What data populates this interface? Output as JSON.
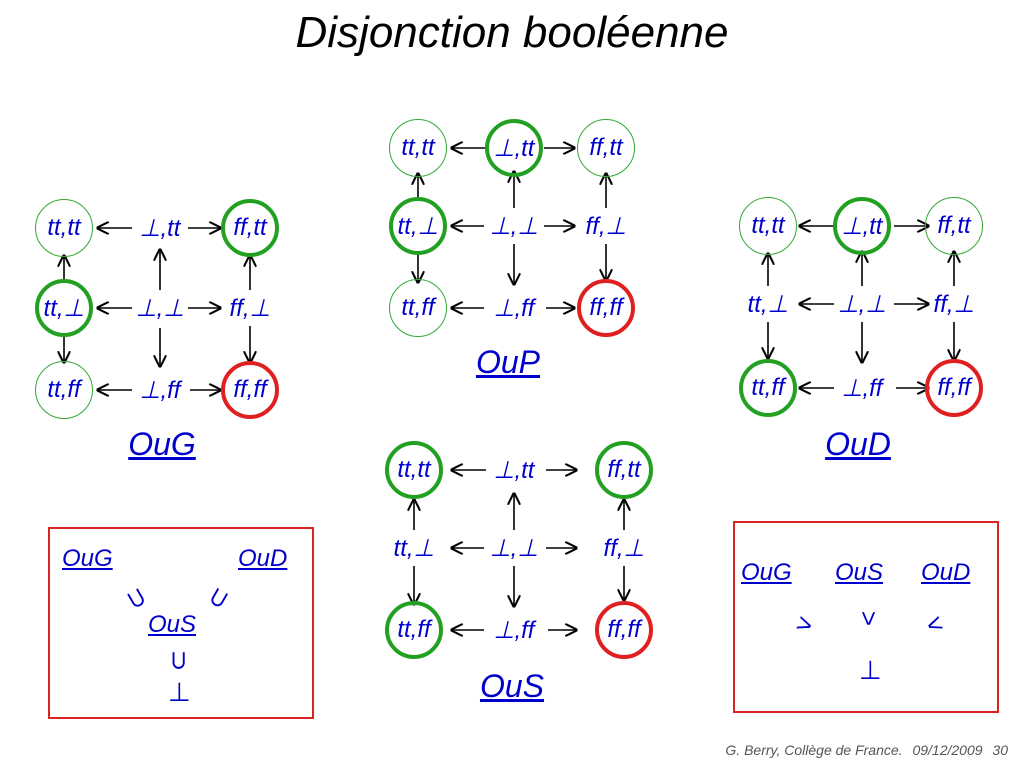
{
  "title": "Disjonction booléenne",
  "footer": {
    "author": "G. Berry, Collège de France.",
    "date": "09/12/2009",
    "page": "30"
  },
  "lattices": [
    {
      "id": "oug",
      "caption": "OuG",
      "nodes": [
        {
          "label": "tt,tt",
          "style": "thin"
        },
        {
          "label": "⊥,tt",
          "style": "none"
        },
        {
          "label": "ff,tt",
          "style": "thick-green"
        },
        {
          "label": "tt,⊥",
          "style": "thick-green"
        },
        {
          "label": "⊥,⊥",
          "style": "none"
        },
        {
          "label": "ff,⊥",
          "style": "none"
        },
        {
          "label": "tt,ff",
          "style": "thin"
        },
        {
          "label": "⊥,ff",
          "style": "none"
        },
        {
          "label": "ff,ff",
          "style": "thick-red"
        }
      ]
    },
    {
      "id": "oup",
      "caption": "OuP",
      "nodes": [
        {
          "label": "tt,tt",
          "style": "thin"
        },
        {
          "label": "⊥,tt",
          "style": "thick-green"
        },
        {
          "label": "ff,tt",
          "style": "thin"
        },
        {
          "label": "tt,⊥",
          "style": "thick-green"
        },
        {
          "label": "⊥,⊥",
          "style": "none"
        },
        {
          "label": "ff,⊥",
          "style": "none"
        },
        {
          "label": "tt,ff",
          "style": "thin"
        },
        {
          "label": "⊥,ff",
          "style": "none"
        },
        {
          "label": "ff,ff",
          "style": "thick-red"
        }
      ]
    },
    {
      "id": "oud",
      "caption": "OuD",
      "nodes": [
        {
          "label": "tt,tt",
          "style": "thin"
        },
        {
          "label": "⊥,tt",
          "style": "thick-green"
        },
        {
          "label": "ff,tt",
          "style": "thin"
        },
        {
          "label": "tt,⊥",
          "style": "none"
        },
        {
          "label": "⊥,⊥",
          "style": "none"
        },
        {
          "label": "ff,⊥",
          "style": "none"
        },
        {
          "label": "tt,ff",
          "style": "thick-green"
        },
        {
          "label": "⊥,ff",
          "style": "none"
        },
        {
          "label": "ff,ff",
          "style": "thick-red"
        }
      ]
    },
    {
      "id": "ous",
      "caption": "OuS",
      "nodes": [
        {
          "label": "tt,tt",
          "style": "thick-green"
        },
        {
          "label": "⊥,tt",
          "style": "none"
        },
        {
          "label": "ff,tt",
          "style": "thick-green"
        },
        {
          "label": "tt,⊥",
          "style": "none"
        },
        {
          "label": "⊥,⊥",
          "style": "none"
        },
        {
          "label": "ff,⊥",
          "style": "none"
        },
        {
          "label": "tt,ff",
          "style": "thick-green"
        },
        {
          "label": "⊥,ff",
          "style": "none"
        },
        {
          "label": "ff,ff",
          "style": "thick-red"
        }
      ]
    }
  ],
  "inclusion_box": {
    "oug": "OuG",
    "oud": "OuD",
    "ous": "OuS",
    "supset_left": "⊃",
    "supset_right": "⊃",
    "supset_bottom": "⊃",
    "bottom": "⊥"
  },
  "order_box": {
    "oug": "OuG",
    "ous": "OuS",
    "oud": "OuD",
    "less_left": ">",
    "less_mid": ">",
    "less_right": ">",
    "bottom": "⊥"
  },
  "colors": {
    "label": "#0000cc",
    "green": "#22a022",
    "red": "#e02020",
    "box": "#dd2222"
  }
}
